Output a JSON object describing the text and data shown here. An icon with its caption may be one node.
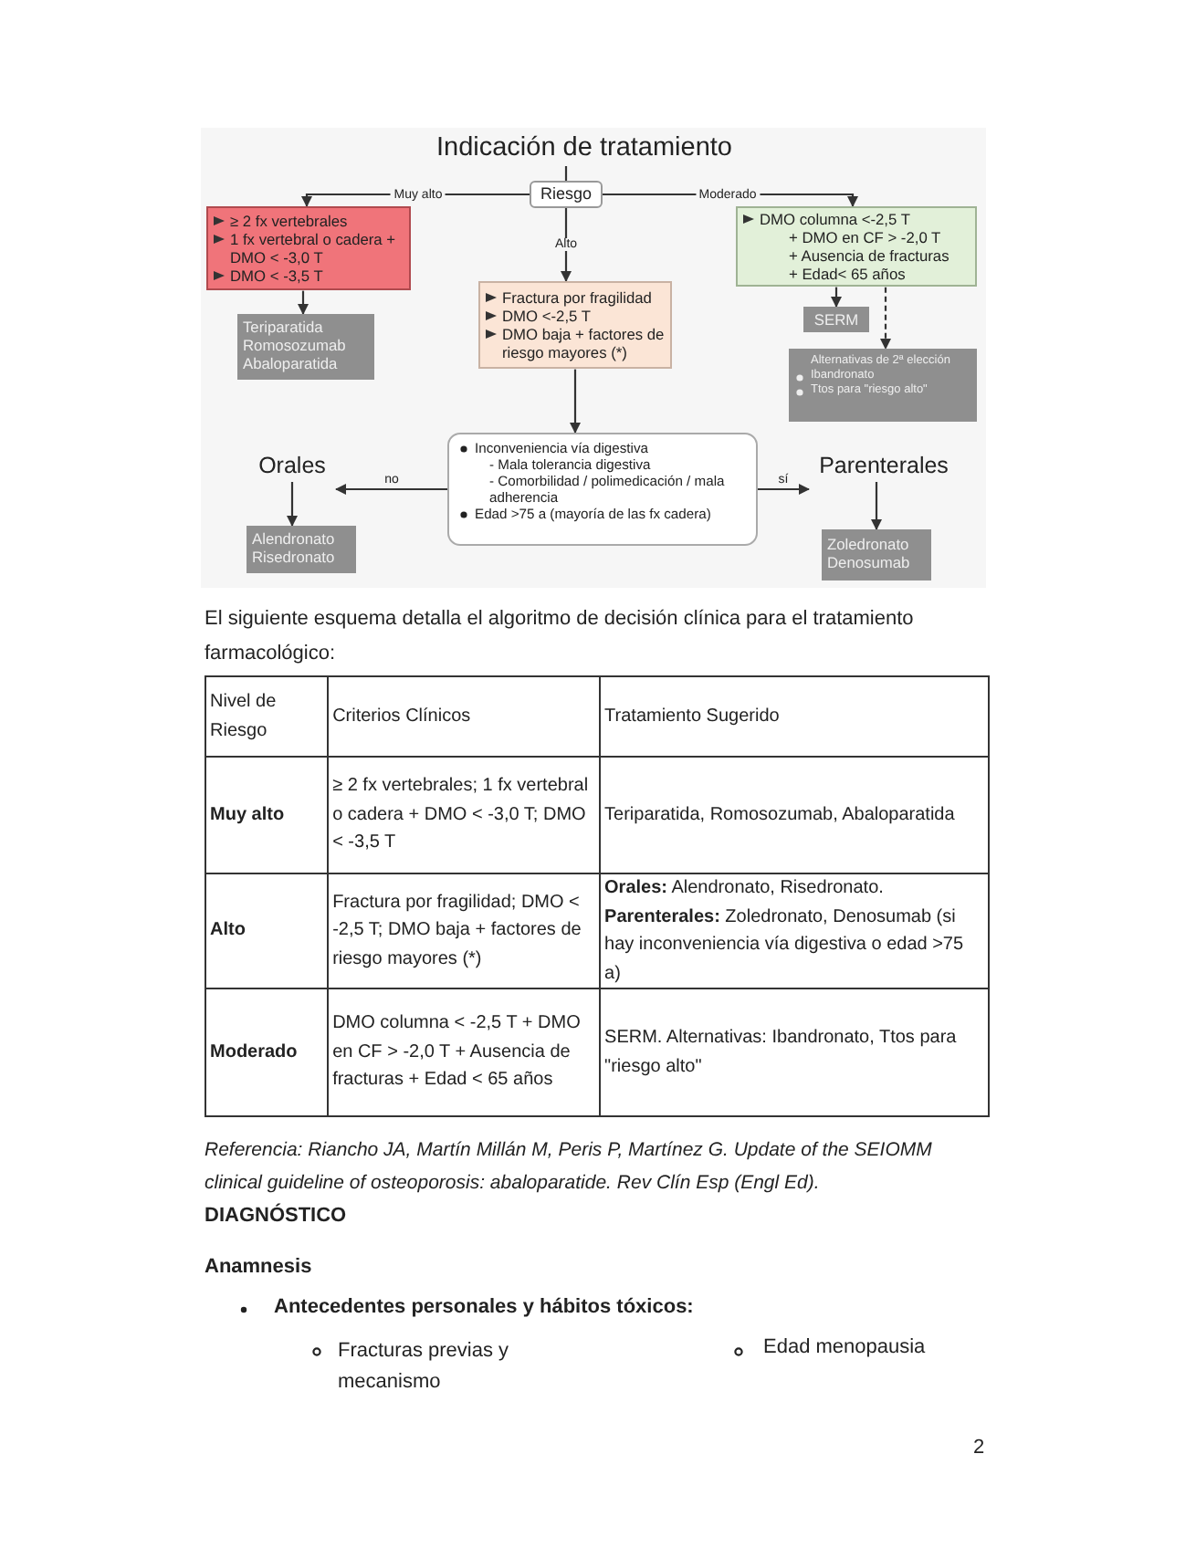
{
  "diagram": {
    "nodes": [
      {
        "text": [
          "Indicación de tratamiento"
        ]
      },
      {
        "text": [
          "Riesgo"
        ]
      },
      {
        "text": [
          "≥ 2 fx vertebrales",
          "1 fx vertebral o cadera + DMO < -3,0 T",
          "DMO < -3,5 T"
        ]
      },
      {
        "text": [
          "Teriparatida",
          "Romosozumab",
          "Abaloparatida"
        ]
      },
      {
        "text": [
          "Fractura por fragilidad",
          "DMO <-2,5 T",
          "DMO baja + factores de riesgo mayores (*)"
        ]
      },
      {
        "text": [
          "DMO columna <-2,5 T",
          "+ DMO en CF > -2,0 T",
          "+ Ausencia de fracturas",
          "+ Edad< 65 años"
        ]
      },
      {
        "text": [
          "SERM"
        ]
      },
      {
        "text": [
          "Alternativas de 2ª elección",
          "Ibandronato",
          "Ttos para \"riesgo alto\""
        ]
      },
      {
        "text": [
          "Inconveniencia vía digestiva",
          "- Mala tolerancia digestiva",
          "- Comorbilidad / polimedicación / mala adherencia",
          "Edad >75 a (mayoría de las fx cadera)"
        ]
      },
      {
        "text": [
          "Orales"
        ]
      },
      {
        "text": [
          "Parenterales"
        ]
      },
      {
        "text": [
          "Alendronato",
          "Risedronato"
        ]
      },
      {
        "text": [
          "Zoledronato",
          "Denosumab"
        ]
      }
    ],
    "edges": [
      {
        "from": 0,
        "to": 1,
        "arrow": "none"
      },
      {
        "from": 1,
        "to": 2,
        "arrow": "to",
        "label": "Muy alto"
      },
      {
        "from": 1,
        "to": 4,
        "arrow": "to",
        "label": "Alto"
      },
      {
        "from": 1,
        "to": 5,
        "arrow": "to",
        "label": "Moderado"
      },
      {
        "from": 2,
        "to": 3,
        "arrow": "to"
      },
      {
        "from": 5,
        "to": 6,
        "arrow": "to"
      },
      {
        "from": 5,
        "to": 7,
        "arrow": "to",
        "style": "dashed"
      },
      {
        "from": 4,
        "to": 8,
        "arrow": "to"
      },
      {
        "from": 8,
        "to": 9,
        "arrow": "to",
        "label": "no"
      },
      {
        "from": 8,
        "to": 10,
        "arrow": "to",
        "label": "sí"
      },
      {
        "from": 9,
        "to": 11,
        "arrow": "to"
      },
      {
        "from": 10,
        "to": 12,
        "arrow": "to"
      }
    ],
    "labels": [
      "El siguiente esquema detalla el algoritmo de decisión clínica para el tratamiento farmacológico:",
      "Nivel de Riesgo",
      "Criterios Clínicos",
      "Tratamiento Sugerido",
      "Muy alto",
      "≥ 2 fx vertebrales; 1 fx vertebral o cadera + DMO < -3,0 T; DMO < -3,5 T",
      "Teriparatida, Romosozumab, Abaloparatida",
      "Alto",
      "Fractura por fragilidad; DMO < -2,5 T; DMO baja + factores de riesgo mayores (*)",
      "**Orales:** Alendronato, Risedronato. **Parenterales:** Zoledronato, Denosumab (si hay inconveniencia vía digestiva o edad >75 a)",
      "Moderado",
      "DMO columna < -2,5 T + DMO en CF > -2,0 T + Ausencia de fracturas + Edad < 65 años",
      "SERM. Alternativas: Ibandronato, Ttos para \"riesgo alto\"",
      "Referencia: Riancho JA, Martín Millán M, Peris P, Martínez G. Update of the SEIOMM clinical guideline of osteoporosis: abaloparatide. Rev Clín Esp (Engl Ed).",
      "DIAGNÓSTICO",
      "Anamnesis",
      "Antecedentes personales y hábitos tóxicos:",
      "Fracturas previas y mecanismo",
      "Edad menopausia",
      "2"
    ]
  }
}
